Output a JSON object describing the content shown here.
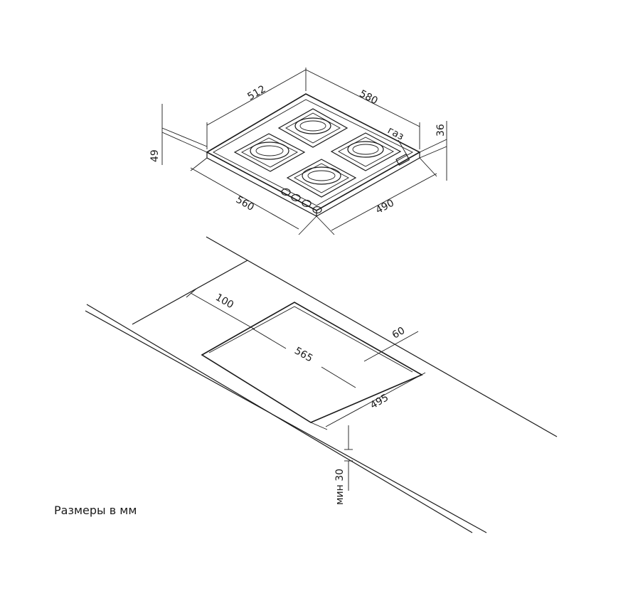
{
  "hob": {
    "width_back": "512",
    "depth_side": "580",
    "width_front": "560",
    "depth_front": "490",
    "height_total": "49",
    "height_body": "36",
    "gas_label": "газ"
  },
  "cutout": {
    "offset_back": "100",
    "offset_front": "60",
    "width": "565",
    "depth": "495",
    "min_thickness": "мин 30"
  },
  "caption": "Размеры в мм"
}
